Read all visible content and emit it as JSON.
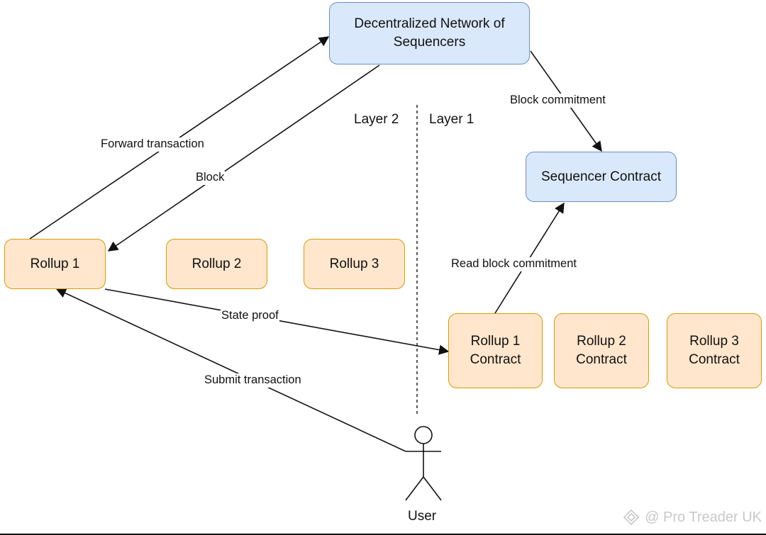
{
  "nodes": {
    "network": "Decentralized Network of Sequencers",
    "sequencer_contract": "Sequencer Contract",
    "rollup1": "Rollup 1",
    "rollup2": "Rollup 2",
    "rollup3": "Rollup 3",
    "rollup1_contract": "Rollup 1 Contract",
    "rollup2_contract": "Rollup 2 Contract",
    "rollup3_contract": "Rollup 3 Contract"
  },
  "layers": {
    "left": "Layer 2",
    "right": "Layer 1"
  },
  "edges": {
    "forward_transaction": "Forward transaction",
    "block": "Block",
    "block_commitment": "Block commitment",
    "read_block_commitment": "Read block commitment",
    "state_proof": "State proof",
    "submit_transaction": "Submit transaction"
  },
  "actor": {
    "label": "User"
  },
  "watermark": {
    "text": "@ Pro Treader UK",
    "icon": "logo-icon"
  },
  "colors": {
    "blue_fill": "#dae8fc",
    "blue_stroke": "#6c8ebf",
    "orange_fill": "#ffe6cc",
    "orange_stroke": "#d79b00"
  }
}
